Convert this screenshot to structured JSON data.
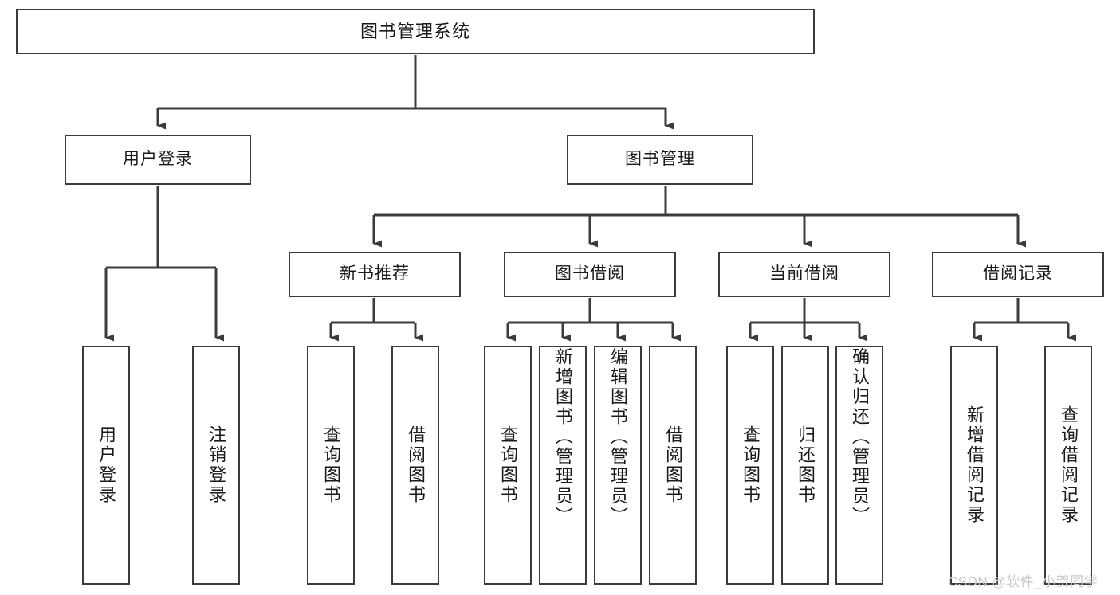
{
  "diagram": {
    "type": "tree-hierarchy-chart",
    "title": "图书管理系统",
    "colors": {
      "box_border": "#3b3b3b",
      "box_fill": "#ffffff",
      "connector": "#3b3b3b",
      "text": "#1a1a1a",
      "watermark": "#c9c9c9",
      "background": "#ffffff"
    },
    "root": {
      "label": "图书管理系统"
    },
    "level2": [
      {
        "label": "用户登录"
      },
      {
        "label": "图书管理"
      }
    ],
    "level3": [
      {
        "label": "新书推荐"
      },
      {
        "label": "图书借阅"
      },
      {
        "label": "当前借阅"
      },
      {
        "label": "借阅记录"
      }
    ],
    "leaves": {
      "user_login": [
        {
          "label": "用户登录"
        },
        {
          "label": "注销登录"
        }
      ],
      "new_book_recommend": [
        {
          "label": "查询图书"
        },
        {
          "label": "借阅图书"
        }
      ],
      "book_borrow": [
        {
          "label": "查询图书"
        },
        {
          "label": "新增图书（管理员）"
        },
        {
          "label": "编辑图书（管理员）"
        },
        {
          "label": "借阅图书"
        }
      ],
      "current_borrow": [
        {
          "label": "查询图书"
        },
        {
          "label": "归还图书"
        },
        {
          "label": "确认归还（管理员）"
        }
      ],
      "borrow_record": [
        {
          "label": "新增借阅记录"
        },
        {
          "label": "查询借阅记录"
        }
      ]
    },
    "watermark": "CSDN @软件_小贺同学"
  }
}
